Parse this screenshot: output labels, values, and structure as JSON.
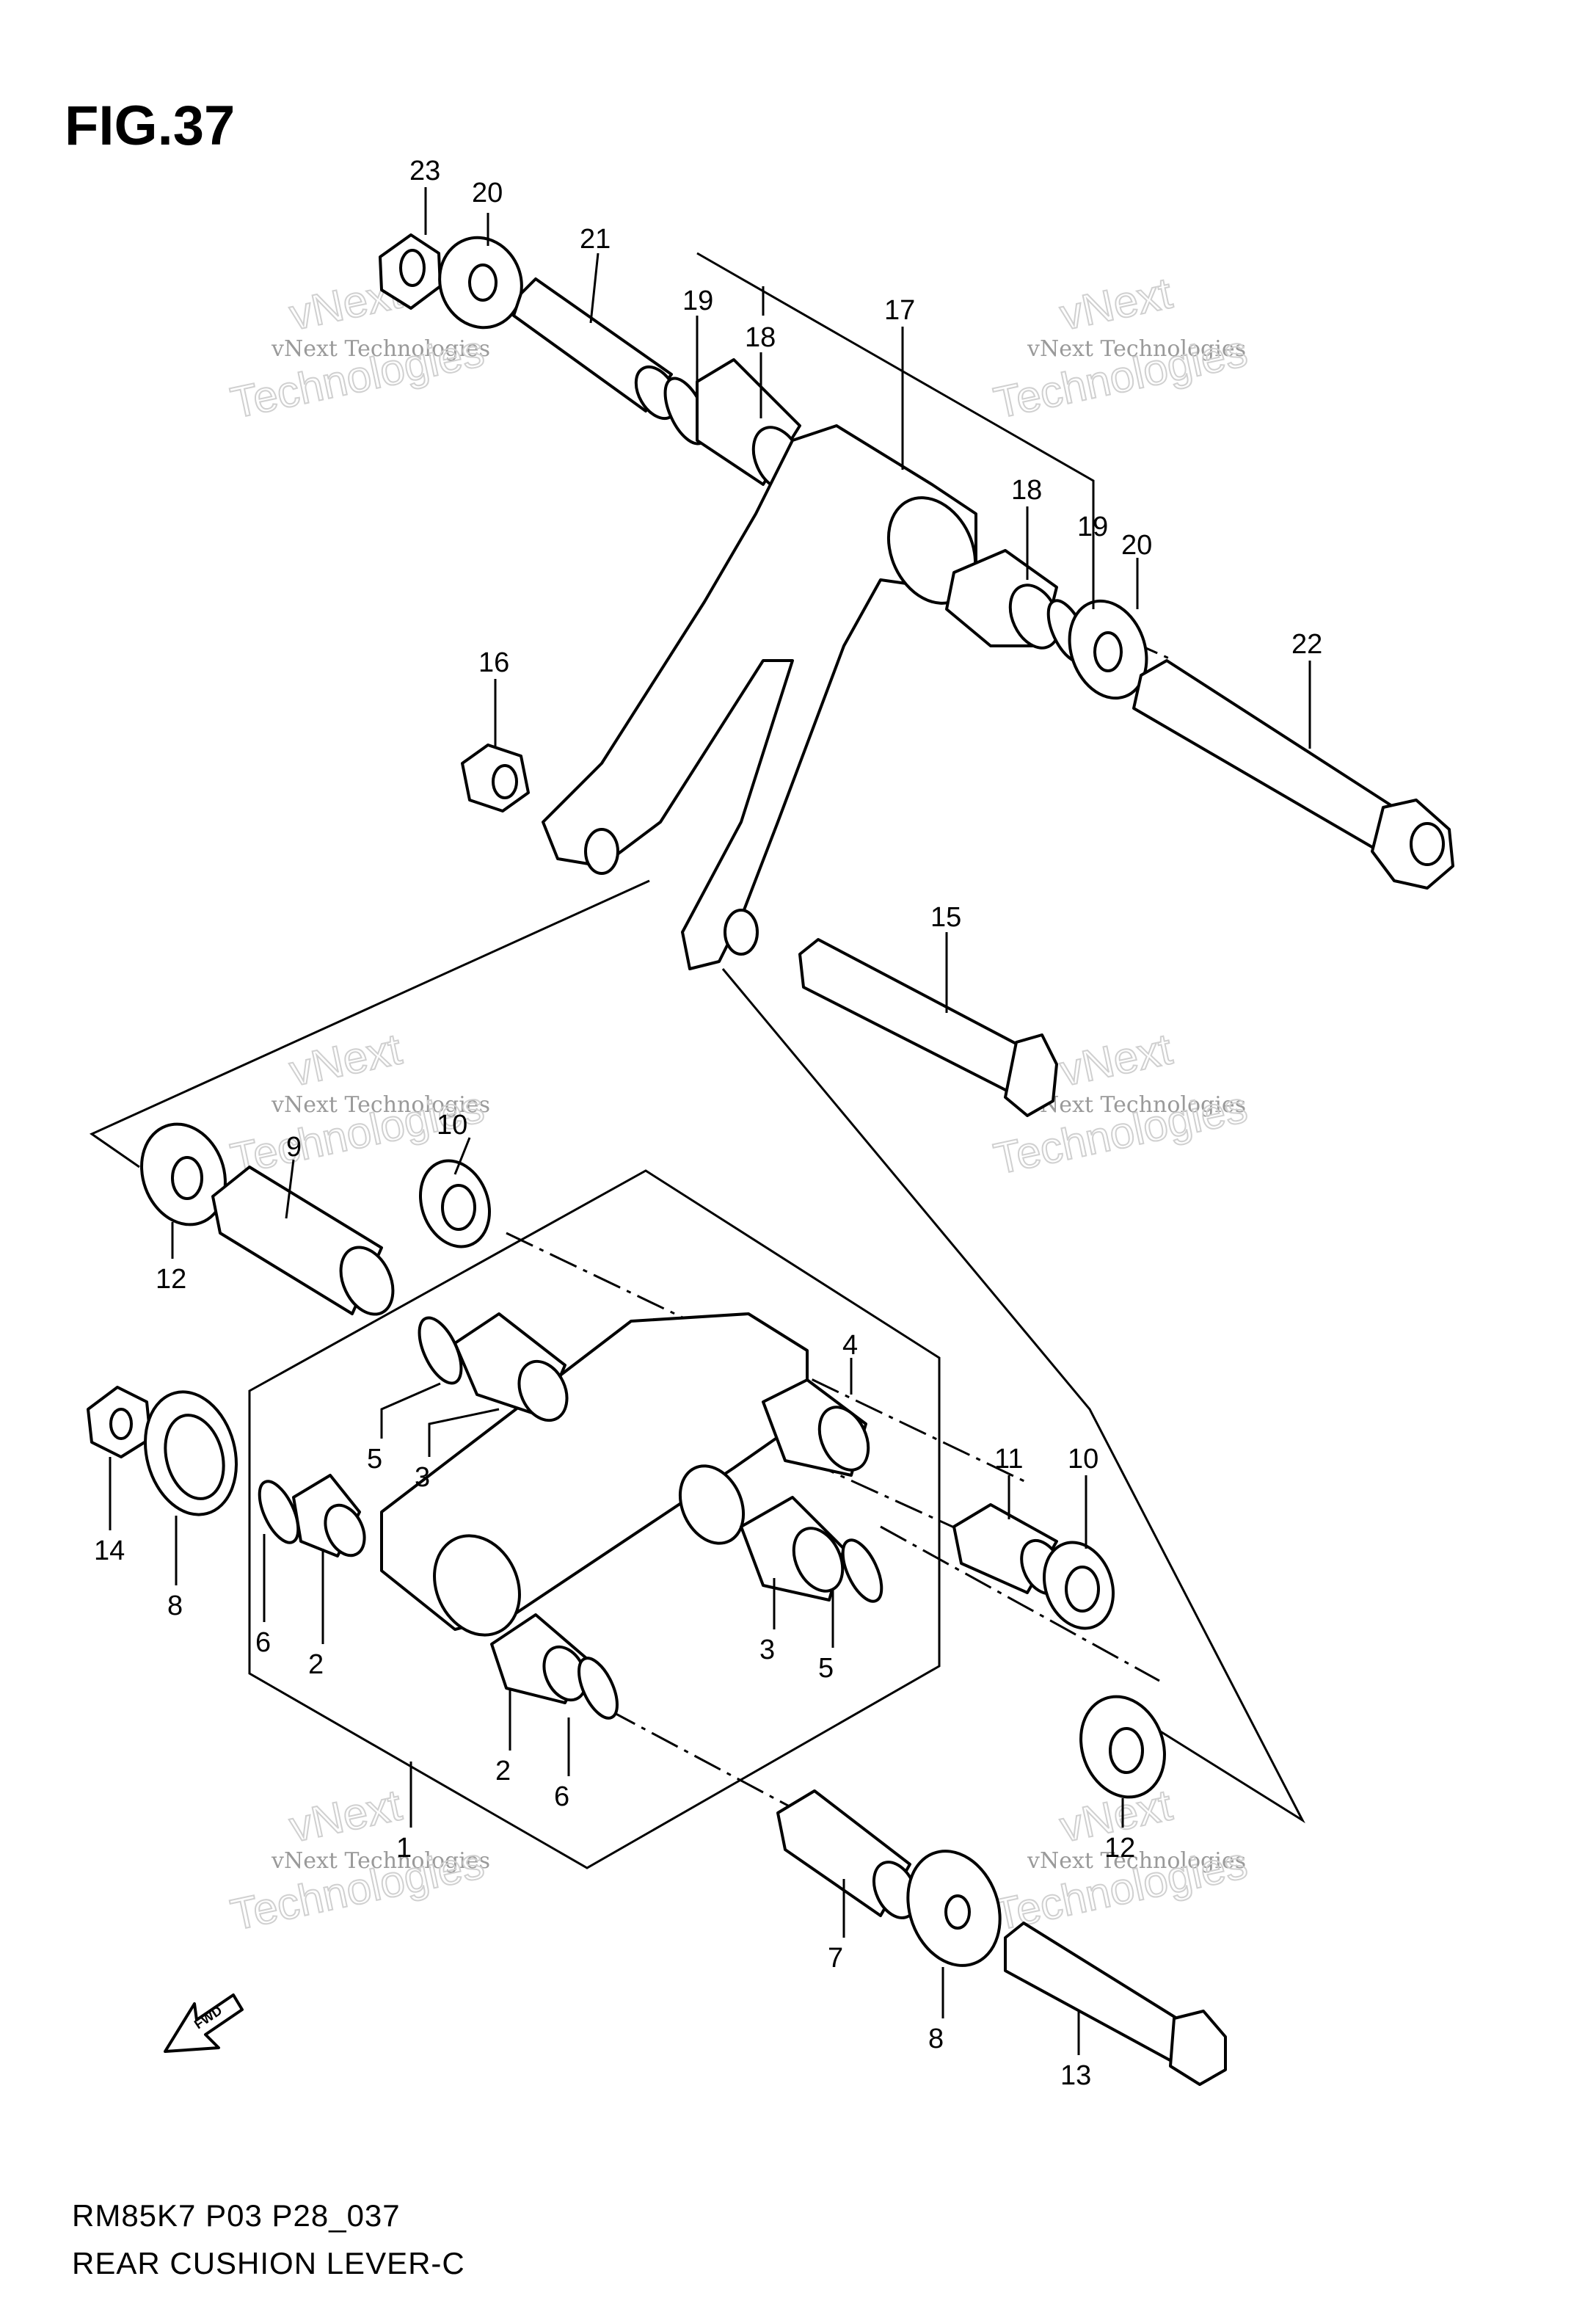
{
  "figure": {
    "title": "FIG.37"
  },
  "footer": {
    "code": "RM85K7 P03 P28_037",
    "name": "REAR CUSHION LEVER-C"
  },
  "fwd_label": "FWD",
  "watermark": {
    "line1": "vNext",
    "line2": "vNext Technologies",
    "line3": "Technologies"
  },
  "callouts": {
    "c1": "1",
    "c2a": "2",
    "c2b": "2",
    "c3a": "3",
    "c3b": "3",
    "c4": "4",
    "c5a": "5",
    "c5b": "5",
    "c6a": "6",
    "c6b": "6",
    "c7": "7",
    "c8a": "8",
    "c8b": "8",
    "c9": "9",
    "c10a": "10",
    "c10b": "10",
    "c11": "11",
    "c12a": "12",
    "c12b": "12",
    "c13": "13",
    "c14": "14",
    "c15": "15",
    "c16": "16",
    "c17": "17",
    "c18a": "18",
    "c18b": "18",
    "c19a": "19",
    "c19b": "19",
    "c20a": "20",
    "c20b": "20",
    "c21": "21",
    "c22": "22",
    "c23": "23"
  }
}
